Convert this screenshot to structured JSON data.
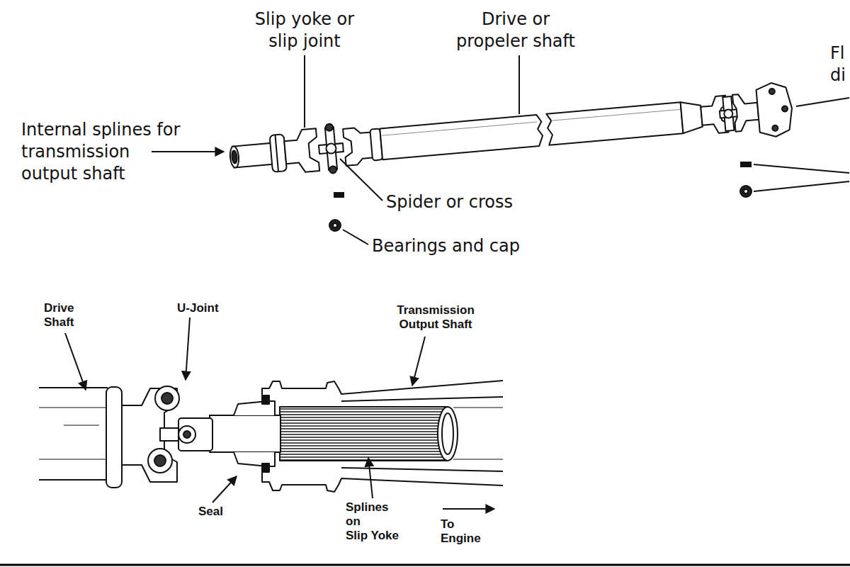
{
  "diagram": {
    "labels": [
      "Slip yoke or slip joint",
      "Drive or propeler shaft",
      "Fl di",
      "Internal splines for transmission output shaft",
      "Spider or cross",
      "Bearings and cap",
      "Drive Shaft",
      "U-Joint",
      "Transmission Output Shaft",
      "Seal",
      "Splines on Slip Yoke",
      "To Engine"
    ]
  }
}
